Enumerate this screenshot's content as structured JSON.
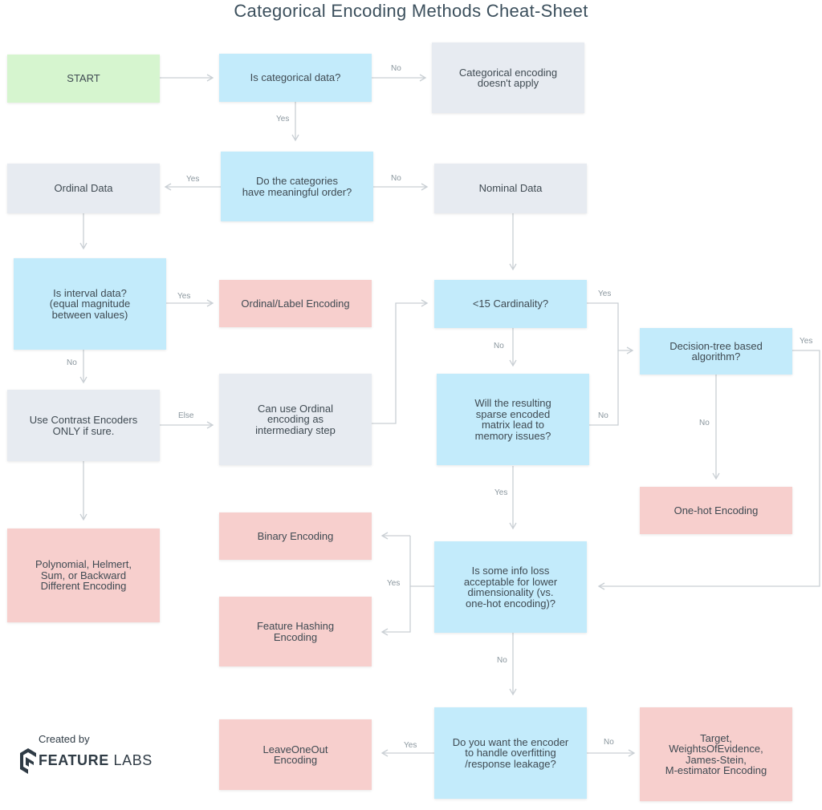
{
  "title": "Categorical Encoding Methods Cheat-Sheet",
  "nodes": {
    "start": "START",
    "is_categorical": "Is categorical data?",
    "not_apply": "Categorical encoding\ndoesn't apply",
    "meaningful_order": "Do the categories\nhave meaningful order?",
    "ordinal_data": "Ordinal Data",
    "nominal_data": "Nominal Data",
    "is_interval": "Is interval data?\n(equal magnitude\nbetween values)",
    "ordinal_label": "Ordinal/Label Encoding",
    "cardinality": "<15 Cardinality?",
    "decision_tree": "Decision-tree based\nalgorithm?",
    "contrast": "Use Contrast Encoders\nONLY if sure.",
    "ordinal_intermediary": "Can use Ordinal\nencoding as\nintermediary step",
    "sparse_memory": "Will the resulting\nsparse encoded\nmatrix lead to\nmemory issues?",
    "onehot": "One-hot Encoding",
    "binary": "Binary Encoding",
    "polynomial": "Polynomial, Helmert,\nSum, or Backward\nDifferent Encoding",
    "info_loss": "Is some info loss\nacceptable for lower\ndimensionality (vs.\none-hot encoding)?",
    "hashing": "Feature Hashing\nEncoding",
    "leaveoneout": "LeaveOneOut\nEncoding",
    "overfitting": "Do you want the encoder\nto handle overfitting\n/response leakage?",
    "target": "Target,\nWeightsOfEvidence,\nJames-Stein,\nM-estimator Encoding"
  },
  "edge_labels": {
    "categorical_no": "No",
    "categorical_yes": "Yes",
    "order_yes": "Yes",
    "order_no": "No",
    "interval_yes": "Yes",
    "interval_no": "No",
    "contrast_else": "Else",
    "cardinality_yes": "Yes",
    "cardinality_no": "No",
    "sparse_no": "No",
    "sparse_yes": "Yes",
    "tree_yes": "Yes",
    "tree_no": "No",
    "infoloss_yes": "Yes",
    "infoloss_no": "No",
    "overfit_yes": "Yes",
    "overfit_no": "No"
  },
  "brand": {
    "created_by": "Created by",
    "name_bold": "FEATURE",
    "name_rest": " LABS",
    "logo_icon": "feature-labs-logo",
    "color": "#2f3b45"
  },
  "colors": {
    "start": "#d6f5cf",
    "question": "#c3ebfb",
    "info": "#e7ebf1",
    "encoding": "#f7cfcd",
    "edge": "#c9cfd4"
  }
}
